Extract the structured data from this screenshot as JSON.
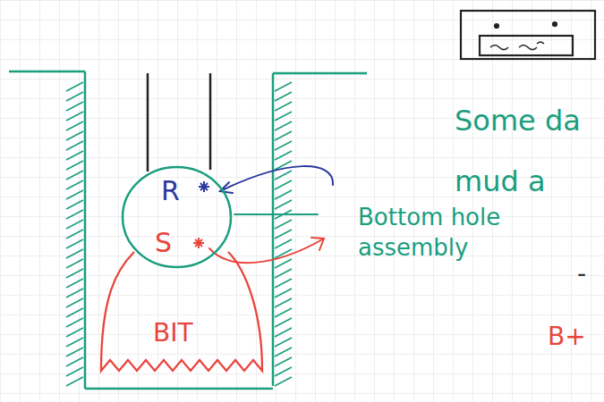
{
  "diagram": {
    "nodes": [
      {
        "text": [
          "R",
          "S"
        ]
      },
      {
        "text": [
          "BIT"
        ]
      }
    ],
    "labels": [
      "Bottom hole assembly",
      "Some da",
      "mud a",
      "-",
      "B+"
    ]
  }
}
